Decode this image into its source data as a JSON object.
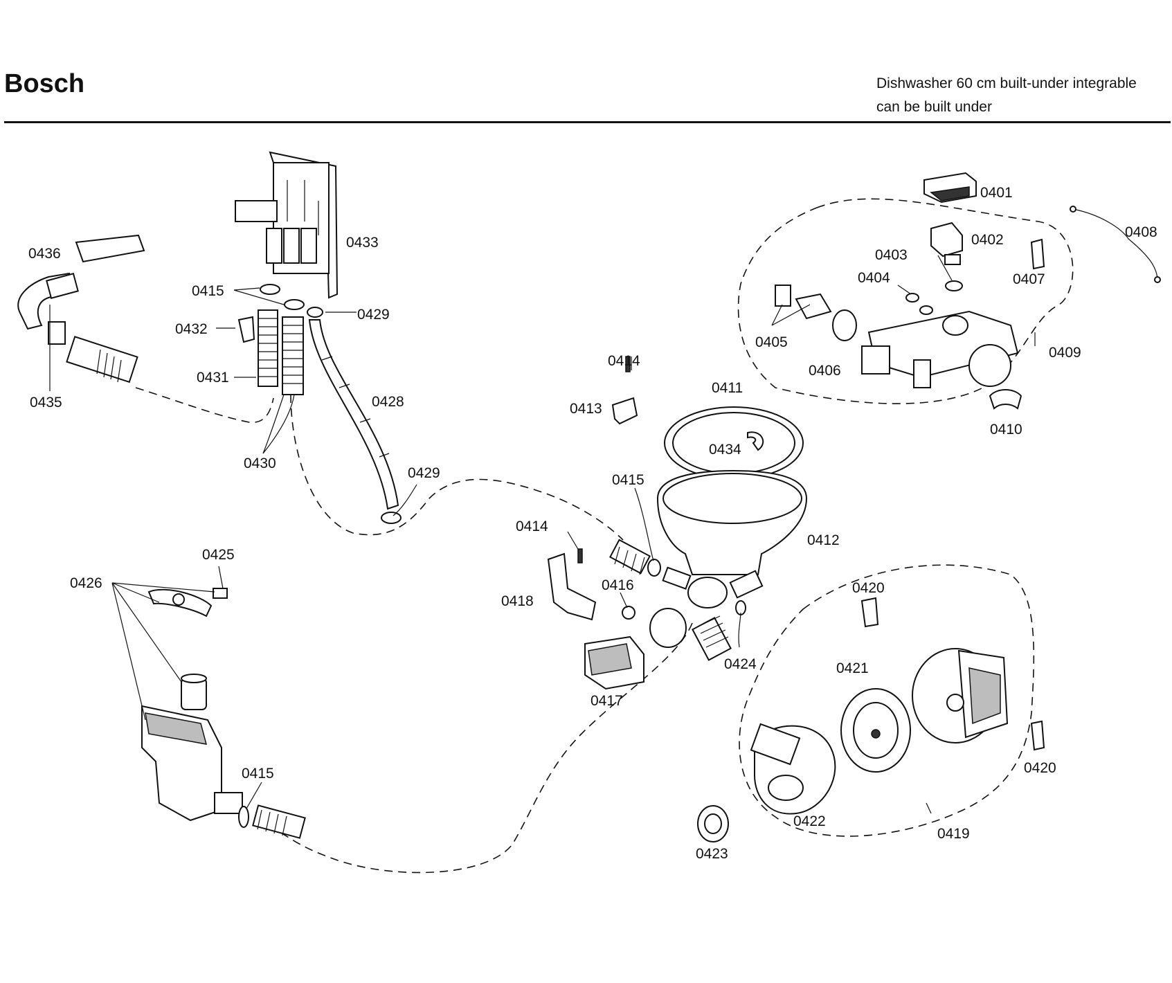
{
  "header": {
    "brand": "Bosch",
    "subtitle_line1": "Dishwasher 60 cm built-under integrable",
    "subtitle_line2": "can be built under"
  },
  "parts": {
    "p0401": "0401",
    "p0402": "0402",
    "p0403": "0403",
    "p0404": "0404",
    "p0405": "0405",
    "p0406": "0406",
    "p0407": "0407",
    "p0408": "0408",
    "p0409": "0409",
    "p0410": "0410",
    "p0411": "0411",
    "p0412": "0412",
    "p0413": "0413",
    "p0414a": "0414",
    "p0414b": "0414",
    "p0415a": "0415",
    "p0415b": "0415",
    "p0415c": "0415",
    "p0416": "0416",
    "p0417": "0417",
    "p0418": "0418",
    "p0419": "0419",
    "p0420a": "0420",
    "p0420b": "0420",
    "p0421": "0421",
    "p0422": "0422",
    "p0423": "0423",
    "p0424": "0424",
    "p0425": "0425",
    "p0426": "0426",
    "p0428": "0428",
    "p0429a": "0429",
    "p0429b": "0429",
    "p0430": "0430",
    "p0431": "0431",
    "p0432": "0432",
    "p0433": "0433",
    "p0434": "0434",
    "p0435": "0435",
    "p0436": "0436"
  }
}
